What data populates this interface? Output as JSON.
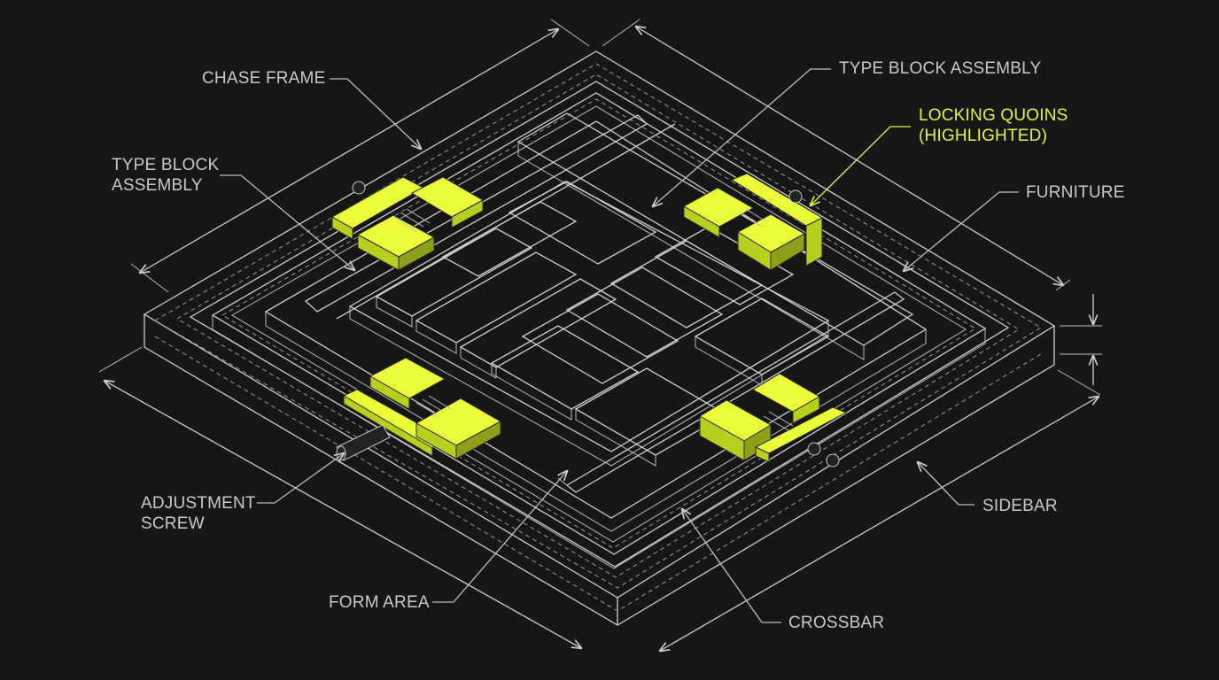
{
  "labels": {
    "chase_frame": "CHASE FRAME",
    "type_block_assembly_top": "TYPE BLOCK ASSEMBLY",
    "locking_quoins_line1": "LOCKING QUOINS",
    "locking_quoins_line2": "(HIGHLIGHTED)",
    "furniture": "FURNITURE",
    "type_block_assembly_left_line1": "TYPE BLOCK",
    "type_block_assembly_left_line2": "ASSEMBLY",
    "adjustment_screw_line1": "ADJUSTMENT",
    "adjustment_screw_line2": "SCREW",
    "form_area": "FORM AREA",
    "crossbar": "CROSSBAR",
    "sidebar": "SIDEBAR"
  },
  "colors": {
    "background": "#161616",
    "linework": "#cfcfcf",
    "label_text": "#c9c9c9",
    "highlight": "#e2f53f"
  }
}
